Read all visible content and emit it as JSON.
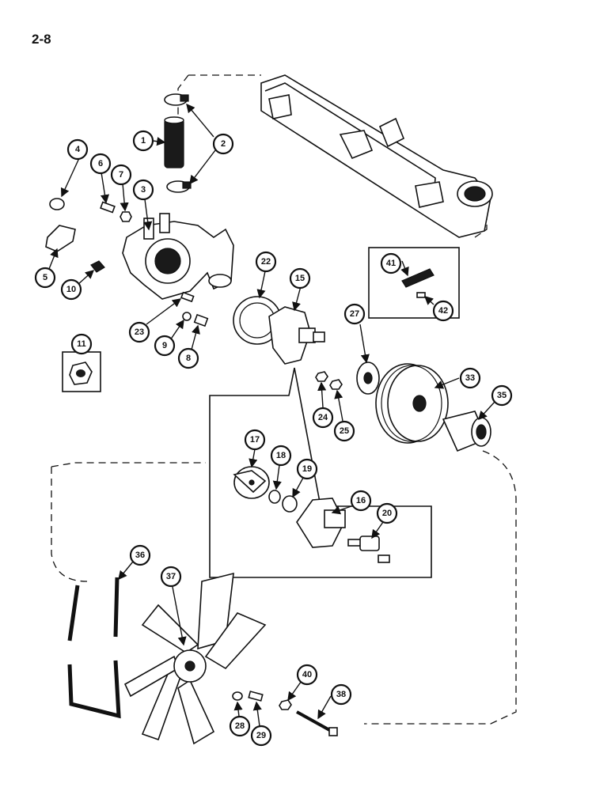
{
  "page_number": "2-8",
  "callouts": [
    "1",
    "2",
    "3",
    "4",
    "5",
    "6",
    "7",
    "8",
    "9",
    "10",
    "11",
    "15",
    "16",
    "17",
    "18",
    "19",
    "20",
    "22",
    "23",
    "24",
    "25",
    "27",
    "28",
    "29",
    "33",
    "35",
    "36",
    "37",
    "38",
    "40",
    "41",
    "42"
  ]
}
